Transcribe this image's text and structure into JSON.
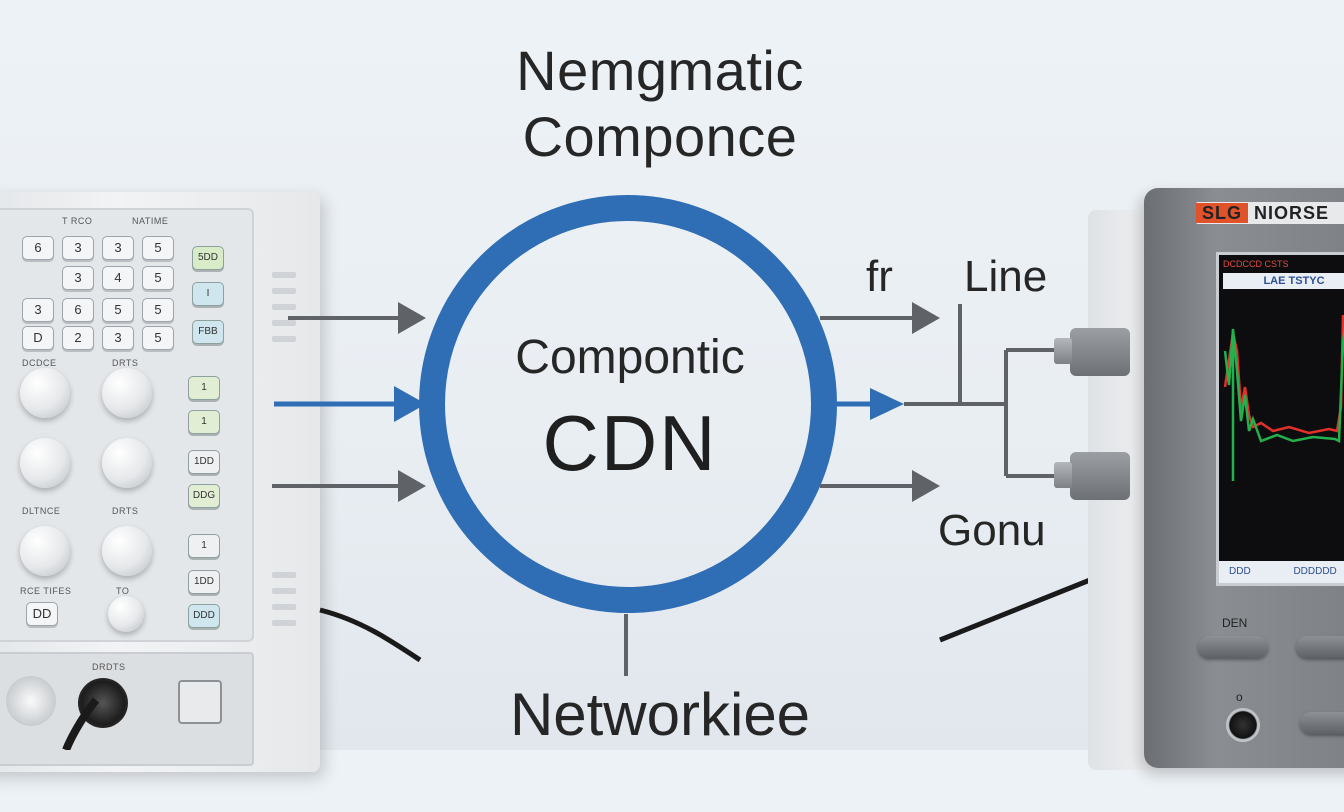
{
  "title": {
    "line1": "Nemgmatic",
    "line2": "Componce"
  },
  "ring": {
    "line1": "Compontic",
    "line2": "CDN",
    "color": "#2f6db5"
  },
  "labels": {
    "top_right_small": "fr",
    "line": "Line",
    "gonu": "Gonu",
    "bottom": "Networkiee"
  },
  "left_instrument": {
    "header_labels": [
      "T RCO",
      "NATIME"
    ],
    "keypad_rows": [
      [
        "6",
        "3",
        "3",
        "5"
      ],
      [
        "3",
        "4",
        "5"
      ],
      [
        "3",
        "6",
        "5",
        "5"
      ],
      [
        "D",
        "2",
        "3",
        "5"
      ]
    ],
    "side_keys": [
      "5DD",
      "I",
      "FBB"
    ],
    "section_labels": [
      "DCDCE",
      "DRTS"
    ],
    "right_keys": [
      "1",
      "1",
      "1DD",
      "DDG",
      "1",
      "1DD",
      "DDD"
    ],
    "lower_labels": [
      "DLTNCE",
      "DRTS",
      "RCE TIFES",
      "TO",
      "DRDTS"
    ],
    "bottom_button": "DD"
  },
  "right_instrument": {
    "brand_accent": "SLG",
    "brand_text": "NIORSE",
    "screen_header": "LAE TSTYC",
    "screen_top": "DCDCCD CSTS",
    "screen_footer_left": "DDD",
    "screen_footer_right": "DDDDDD",
    "button_label": "DEN",
    "trace_colors": {
      "red": "#e0312b",
      "green": "#22b14c"
    }
  },
  "colors": {
    "arrow_gray": "#5f6266",
    "arrow_blue": "#2f6db5",
    "accent_orange": "#e0522a"
  }
}
